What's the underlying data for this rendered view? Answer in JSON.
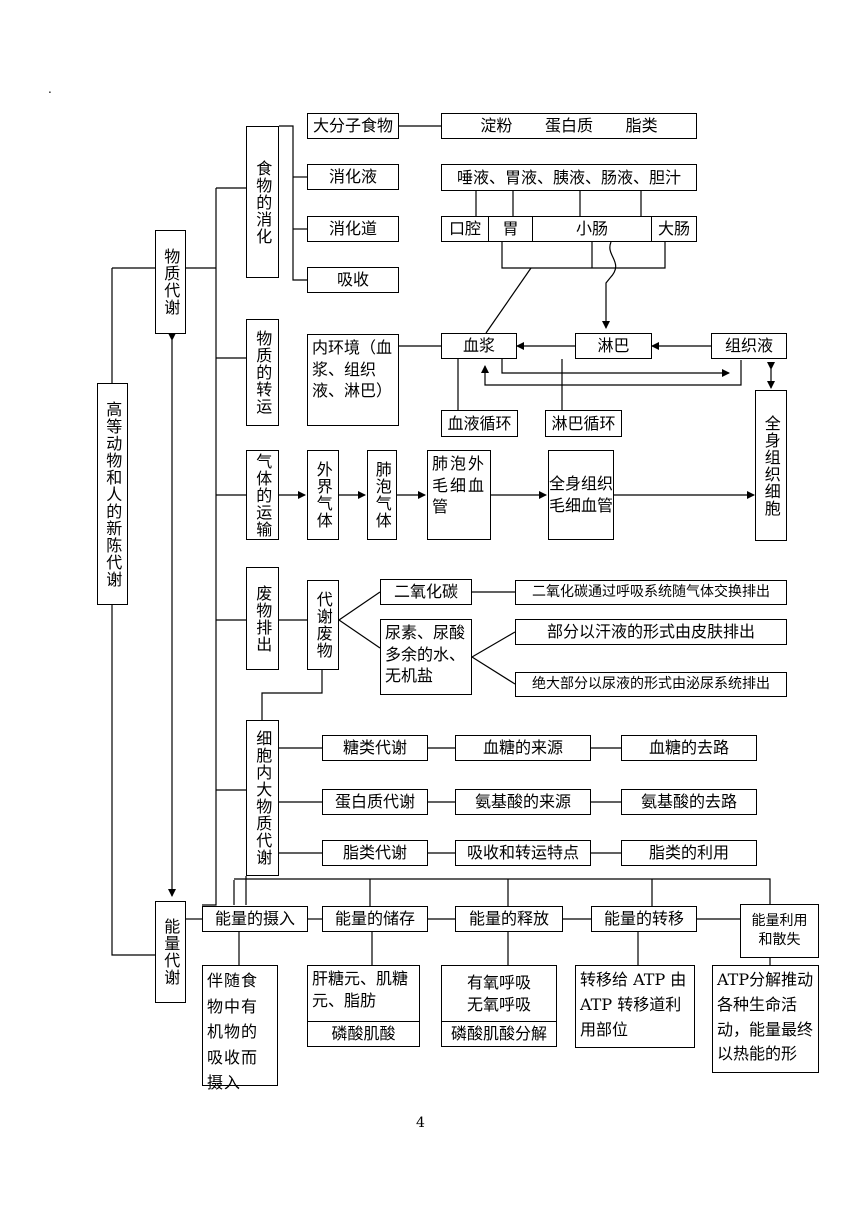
{
  "page": {
    "dot": ".",
    "page_number": "4"
  },
  "root": "高等动物和人的新陈代谢",
  "material_metabolism": "物质代谢",
  "energy_metabolism": "能量代谢",
  "digestion": {
    "label": "食物的消化",
    "items": [
      "大分子食物",
      "消化液",
      "消化道",
      "吸收"
    ],
    "foods": [
      "淀粉",
      "蛋白质",
      "脂类"
    ],
    "juices": "唾液、胃液、胰液、肠液、胆汁",
    "tract": [
      "口腔",
      "胃",
      "小肠",
      "大肠"
    ]
  },
  "transport": {
    "label": "物质的转运",
    "env": "内环境（血浆、组织液、淋巴）",
    "plasma": "血浆",
    "lymph": "淋巴",
    "tissue_fluid": "组织液",
    "blood_circ": "血液循环",
    "lymph_circ": "淋巴循环",
    "body_cells": "全身组织细胞"
  },
  "gas": {
    "label": "气体的运输",
    "outside_air": "外界气体",
    "alveolar_air": "肺泡气体",
    "alveolar_cap": "肺泡外毛细血管",
    "body_cap": "全身组织毛细血管"
  },
  "waste": {
    "label": "废物排出",
    "metabolic_waste": "代谢废物",
    "co2": "二氧化碳",
    "co2_out": "二氧化碳通过呼吸系统随气体交换排出",
    "urea": "尿素、尿酸多余的水、无机盐",
    "skin": "部分以汗液的形式由皮肤排出",
    "urine": "绝大部分以尿液的形式由泌尿系统排出"
  },
  "cell": {
    "label": "细胞内大物质代谢",
    "rows": [
      [
        "糖类代谢",
        "血糖的来源",
        "血糖的去路"
      ],
      [
        "蛋白质代谢",
        "氨基酸的来源",
        "氨基酸的去路"
      ],
      [
        "脂类代谢",
        "吸收和转运特点",
        "脂类的利用"
      ]
    ]
  },
  "energy": {
    "stages": [
      "能量的摄入",
      "能量的储存",
      "能量的释放",
      "能量的转移",
      "能量利用和散失"
    ],
    "details": [
      "伴随食物中有机物的吸收而摄入",
      "肝糖元、肌糖元、脂肪",
      "有氧呼吸\n无氧呼吸",
      "转移给 ATP 由 ATP 转移道利用部位",
      "ATP分解推动各种生命活动，能量最终以热能的形"
    ],
    "storage_sub": "磷酸肌酸",
    "release_sub": "磷酸肌酸分解"
  }
}
